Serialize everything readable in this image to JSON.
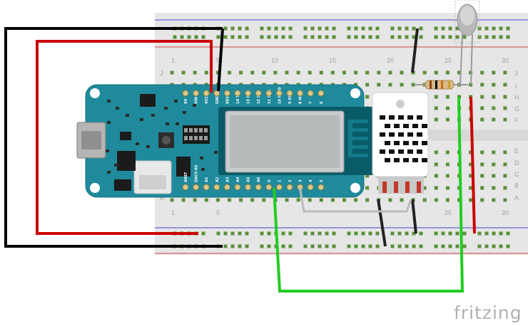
{
  "breadboard": {
    "column_labels": [
      "1",
      "5",
      "10",
      "15",
      "20",
      "25",
      "30"
    ],
    "row_labels_top": [
      "J",
      "I",
      "H",
      "G",
      "F"
    ],
    "row_labels_bottom": [
      "E",
      "D",
      "C",
      "B",
      "A"
    ]
  },
  "board": {
    "pin_labels_top": [
      "5V",
      "VIN",
      "VCC",
      "GND",
      "RESET",
      "14 TX",
      "13 RX",
      "12 SCL",
      "11 SDA",
      "10 MISO",
      "9 SCK",
      "8 MOSI",
      "7",
      "6"
    ],
    "pin_labels_bottom": [
      "AREF",
      "DAC0 A0",
      "A1",
      "A2",
      "A3",
      "A4",
      "A5",
      "A6",
      "0",
      "1",
      "2",
      "3",
      "4",
      "5"
    ]
  },
  "brand": {
    "text": "fritzing"
  },
  "colors": {
    "board": "#1f8a9c",
    "breadboard": "#e6e6e6",
    "wire_black": "#000000",
    "wire_red": "#cc0000",
    "wire_green": "#22cc22",
    "wire_gray": "#c8c8c8"
  }
}
